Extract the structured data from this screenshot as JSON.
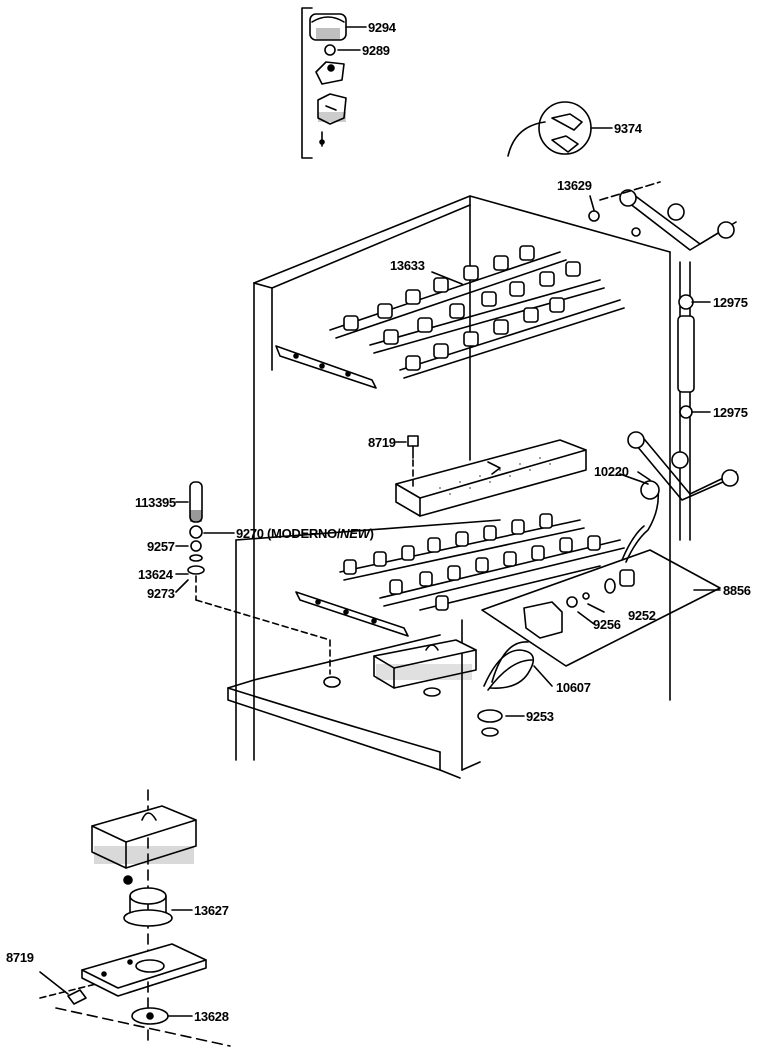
{
  "diagram": {
    "parts": {
      "p9294": "9294",
      "p9289": "9289",
      "p9374": "9374",
      "p13629": "13629",
      "p13633": "13633",
      "p12975a": "12975",
      "p12975b": "12975",
      "p8719a": "8719",
      "p10220": "10220",
      "p113395": "113395",
      "p9270": "9270 (MODERNO/",
      "p9270_new": "NEW",
      "p9270_close": ")",
      "p9257": "9257",
      "p13624": "13624",
      "p9273": "9273",
      "p8856": "8856",
      "p9252": "9252",
      "p9256": "9256",
      "p10607": "10607",
      "p9253": "9253",
      "p13627": "13627",
      "p8719b": "8719",
      "p13628": "13628"
    }
  }
}
